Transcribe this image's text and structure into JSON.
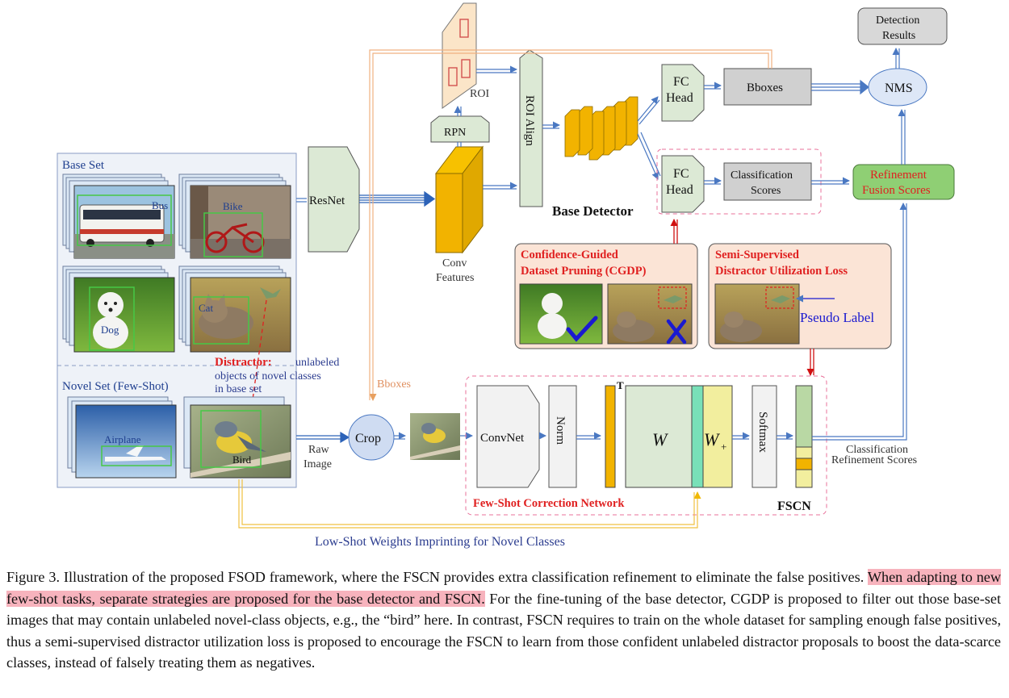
{
  "figure": {
    "base_set": {
      "title": "Base Set",
      "images": [
        "Bus",
        "Bike",
        "Dog",
        "Cat"
      ]
    },
    "novel_set": {
      "title": "Novel Set (Few-Shot)",
      "images": [
        "Airplane",
        "Bird"
      ]
    },
    "distractor": {
      "title": "Distractor:",
      "line1": "objects of novel classes",
      "line2": "in base set",
      "unlabeled": "unlabeled"
    },
    "resnet": "ResNet",
    "conv_features": [
      "Conv",
      "Features"
    ],
    "rpn": "RPN",
    "roi": "ROI",
    "roi_align": "ROI Align",
    "fc_head": [
      "FC",
      "Head"
    ],
    "bboxes": "Bboxes",
    "classification_scores": [
      "Classification",
      "Scores"
    ],
    "nms": "NMS",
    "detection_results": [
      "Detection",
      "Results"
    ],
    "refinement_fusion": [
      "Refinement",
      "Fusion Scores"
    ],
    "base_detector": "Base Detector",
    "cgdp": [
      "Confidence-Guided",
      "Dataset Pruning (CGDP)"
    ],
    "ssdu": [
      "Semi-Supervised",
      "Distractor Utilization Loss"
    ],
    "pseudo_label": "Pseudo Label",
    "bboxes_label": "Bboxes",
    "raw_image": [
      "Raw",
      "Image"
    ],
    "crop": "Crop",
    "convnet": "ConvNet",
    "norm": "Norm",
    "transpose_mark": "T",
    "w": "W",
    "w_plus": "W",
    "w_plus_sub": "+",
    "softmax": "Softmax",
    "fscn_full": "Few-Shot Correction Network",
    "fscn": "FSCN",
    "classification_refinement": [
      "Classification",
      "Refinement Scores"
    ],
    "low_shot": "Low-Shot Weights Imprinting for Novel Classes"
  },
  "caption": {
    "part1": "Figure 3. Illustration of the proposed FSOD framework, where the FSCN provides extra classification refinement to eliminate the false positives. ",
    "highlight": "When adapting to new few-shot tasks, separate strategies are proposed for the base detector and FSCN.",
    "part2": " For the fine-tuning of the base detector, CGDP is proposed to filter out those base-set images that may contain unlabeled novel-class objects, e.g., the “bird” here. In contrast, FSCN requires to train on the whole dataset for sampling enough false positives, thus a semi-supervised distractor utilization loss is proposed to encourage the FSCN to learn from those confident unlabeled distractor proposals to boost the data-scarce classes, instead of falsely treating them as negatives."
  },
  "colors": {
    "blue_arrow": "#4a78c2",
    "orange": "#f5b800",
    "green_box": "#d8e8cf",
    "pink_dash": "#e8709a",
    "red_text": "#e02020",
    "navy_text": "#2b3c8f"
  }
}
